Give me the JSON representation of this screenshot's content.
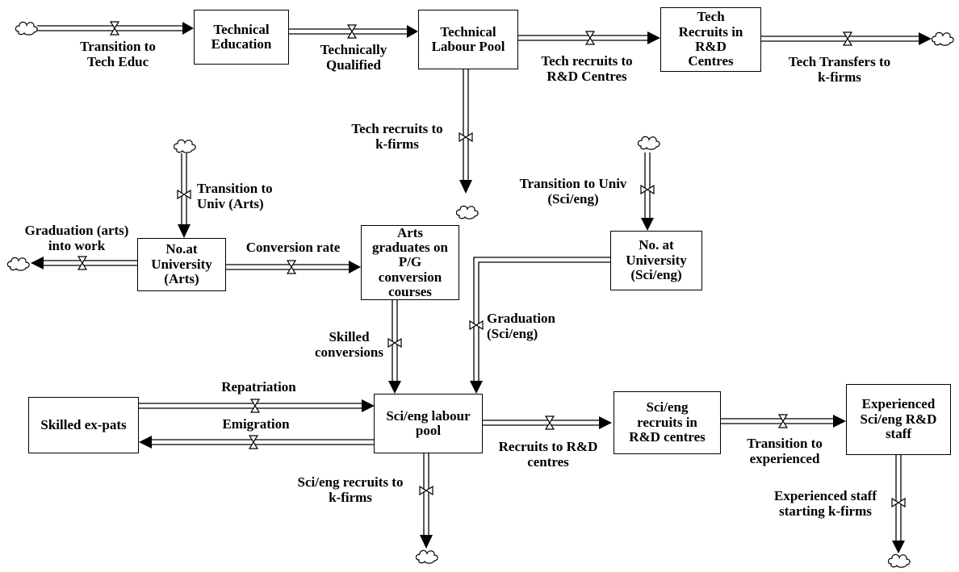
{
  "stocks": {
    "technical_education": [
      "Technical",
      "Education"
    ],
    "technical_labour_pool": [
      "Technical",
      "Labour Pool"
    ],
    "tech_recruits_rd": [
      "Tech",
      "Recruits in",
      "R&D",
      "Centres"
    ],
    "no_at_univ_arts": [
      "No.at",
      "University",
      "(Arts)"
    ],
    "arts_graduates_pg": [
      "Arts",
      "graduates on",
      "P/G",
      "conversion",
      "courses"
    ],
    "no_at_univ_scieng": [
      "No. at",
      "University",
      "(Sci/eng)"
    ],
    "skilled_expats": [
      "Skilled ex-pats"
    ],
    "scieng_labour_pool": [
      "Sci/eng labour",
      "pool"
    ],
    "scieng_recruits_rd": [
      "Sci/eng",
      "recruits in",
      "R&D centres"
    ],
    "experienced_rd_staff": [
      "Experienced",
      "Sci/eng R&D",
      "staff"
    ]
  },
  "flows": {
    "transition_tech_educ": [
      "Transition to",
      "Tech Educ"
    ],
    "technically_qualified": [
      "Technically",
      "Qualified"
    ],
    "tech_recruits_rd_centres": [
      "Tech recruits to",
      "R&D Centres"
    ],
    "tech_transfers_kfirms": [
      "Tech Transfers to",
      "k-firms"
    ],
    "tech_recruits_kfirms": [
      "Tech recruits to",
      "k-firms"
    ],
    "transition_univ_arts": [
      "Transition to",
      "Univ (Arts)"
    ],
    "graduation_arts_work": [
      "Graduation (arts)",
      "into work"
    ],
    "conversion_rate": [
      "Conversion rate"
    ],
    "transition_univ_scieng": [
      "Transition to Univ",
      "(Sci/eng)"
    ],
    "skilled_conversions": [
      "Skilled",
      "conversions"
    ],
    "graduation_scieng": [
      "Graduation",
      "(Sci/eng)"
    ],
    "repatriation": [
      "Repatriation"
    ],
    "emigration": [
      "Emigration"
    ],
    "recruits_rd_centres": [
      "Recruits to R&D",
      "centres"
    ],
    "scieng_recruits_kfirms": [
      "Sci/eng recruits to",
      "k-firms"
    ],
    "transition_experienced": [
      "Transition to",
      "experienced"
    ],
    "experienced_staff_kfirms": [
      "Experienced staff",
      "starting k-firms"
    ]
  }
}
